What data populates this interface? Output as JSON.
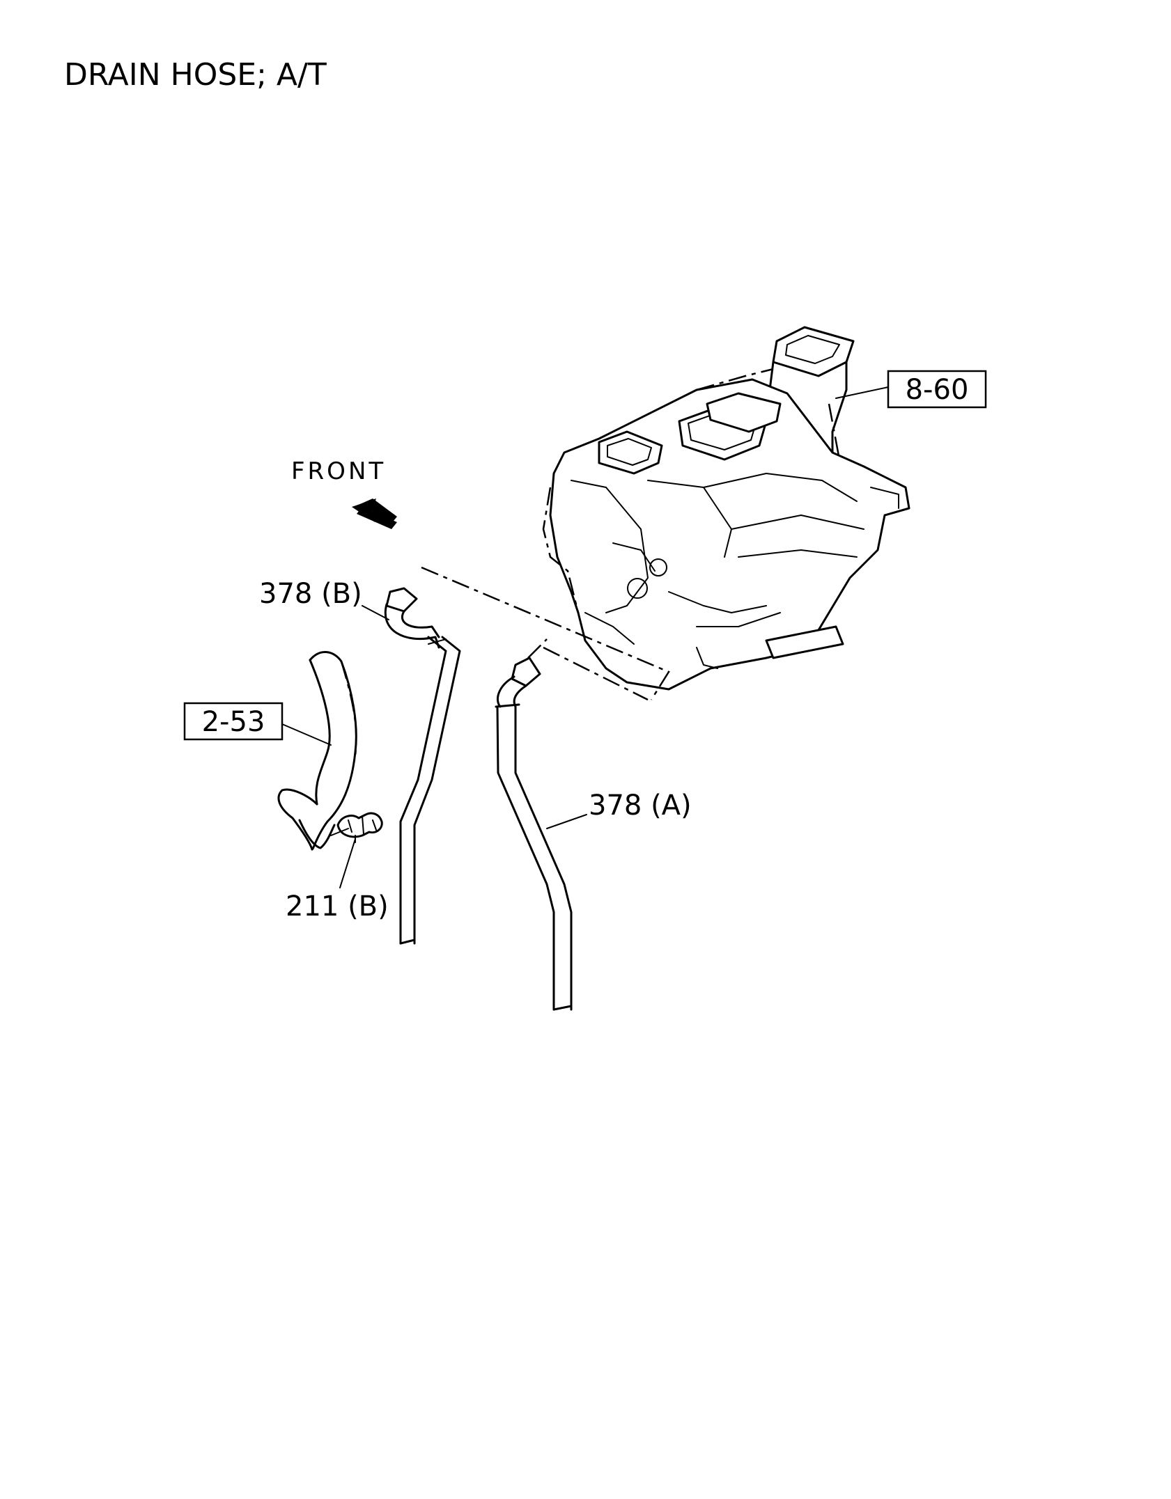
{
  "title": "DRAIN HOSE; A/T",
  "diagram": {
    "direction_label": "FRONT",
    "callouts": {
      "ref_8_60": "8-60",
      "ref_2_53": "2-53",
      "part_378b": "378 (B)",
      "part_378a": "378 (A)",
      "part_211b": "211 (B)"
    },
    "icons": [
      "front-arrow-icon",
      "hvac-unit-illustration",
      "drain-hose-a",
      "drain-hose-b",
      "hose-2-53",
      "clamp-211b"
    ]
  }
}
